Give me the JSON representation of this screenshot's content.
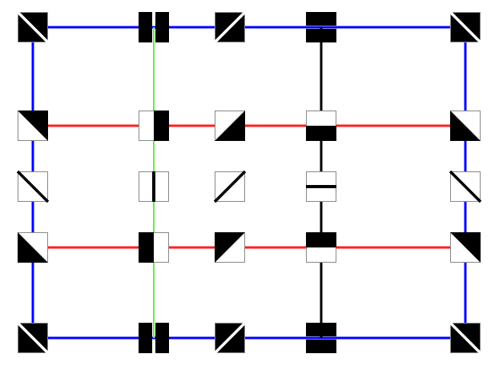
{
  "colors": {
    "blue": "#0000ff",
    "red": "#ff2020",
    "green": "#66ee44",
    "black": "#000000",
    "tile_border": "#888888"
  },
  "rows": 5,
  "cols": 5,
  "tiles": [
    [
      "solid-diag-tlbr",
      "split-v",
      "solid-diag-bltr",
      "split-h",
      "solid-diag-tlbr"
    ],
    [
      "tri-ur",
      "half-right",
      "tri-lr",
      "half-bottom",
      "tri-ll"
    ],
    [
      "line-tlbr",
      "line-v",
      "line-bltr",
      "line-h",
      "line-tlbr"
    ],
    [
      "tri-ll",
      "half-left",
      "tri-ul",
      "half-top",
      "tri-ur"
    ],
    [
      "solid-diag-tlbr",
      "split-v",
      "solid-diag-bltr",
      "split-h",
      "solid-diag-tlbr"
    ]
  ],
  "connections": [
    {
      "name": "top-row-link",
      "color": "blue",
      "from": [
        0,
        0
      ],
      "to": [
        0,
        4
      ]
    },
    {
      "name": "bottom-row-link",
      "color": "blue",
      "from": [
        4,
        0
      ],
      "to": [
        4,
        4
      ]
    },
    {
      "name": "left-column-link",
      "color": "blue",
      "from": [
        0,
        0
      ],
      "to": [
        4,
        0
      ]
    },
    {
      "name": "right-column-link",
      "color": "blue",
      "from": [
        0,
        4
      ],
      "to": [
        4,
        4
      ]
    },
    {
      "name": "second-row-link",
      "color": "red",
      "from": [
        1,
        0
      ],
      "to": [
        1,
        4
      ]
    },
    {
      "name": "fourth-row-link",
      "color": "red",
      "from": [
        3,
        0
      ],
      "to": [
        3,
        4
      ]
    },
    {
      "name": "second-column-link",
      "color": "green",
      "from": [
        0,
        1
      ],
      "to": [
        4,
        1
      ]
    },
    {
      "name": "fourth-column-link",
      "color": "black",
      "from": [
        0,
        3
      ],
      "to": [
        4,
        3
      ]
    }
  ]
}
